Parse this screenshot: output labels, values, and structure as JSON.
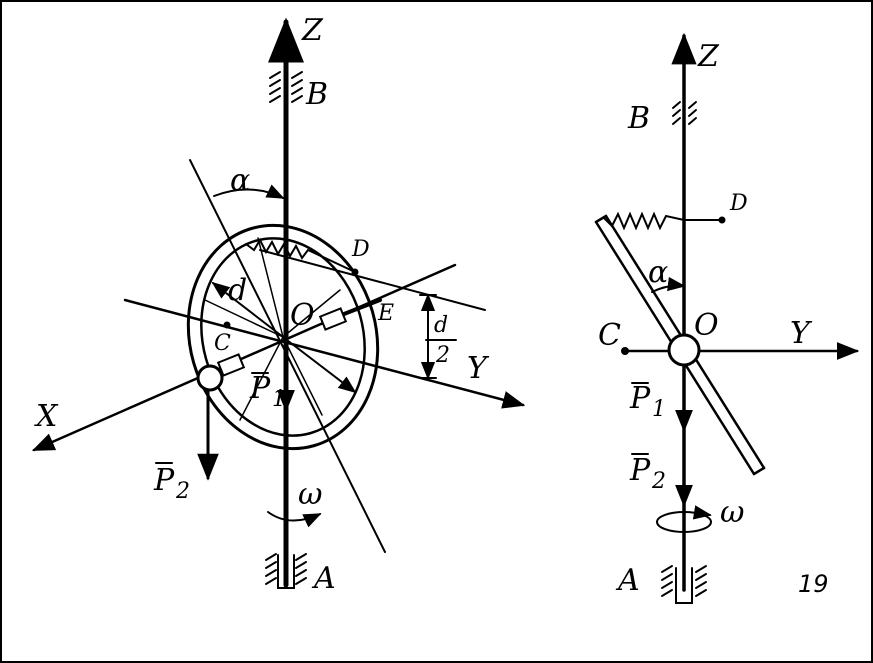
{
  "left": {
    "z": "Z",
    "b": "B",
    "a": "A",
    "o": "O",
    "d": "D",
    "e": "E",
    "c": "C",
    "x": "X",
    "y": "Y",
    "alpha": "α",
    "dsym": "d",
    "half_num": "d",
    "half_den": "2",
    "p1": "P",
    "p1_sub": "1",
    "p2": "P",
    "p2_sub": "2",
    "omega": "ω"
  },
  "right": {
    "z": "Z",
    "b": "B",
    "a": "A",
    "o": "O",
    "d": "D",
    "c": "C",
    "y": "Y",
    "alpha": "α",
    "p1": "P",
    "p1_sub": "1",
    "p2": "P",
    "p2_sub": "2",
    "omega": "ω"
  },
  "figure_number": "19"
}
